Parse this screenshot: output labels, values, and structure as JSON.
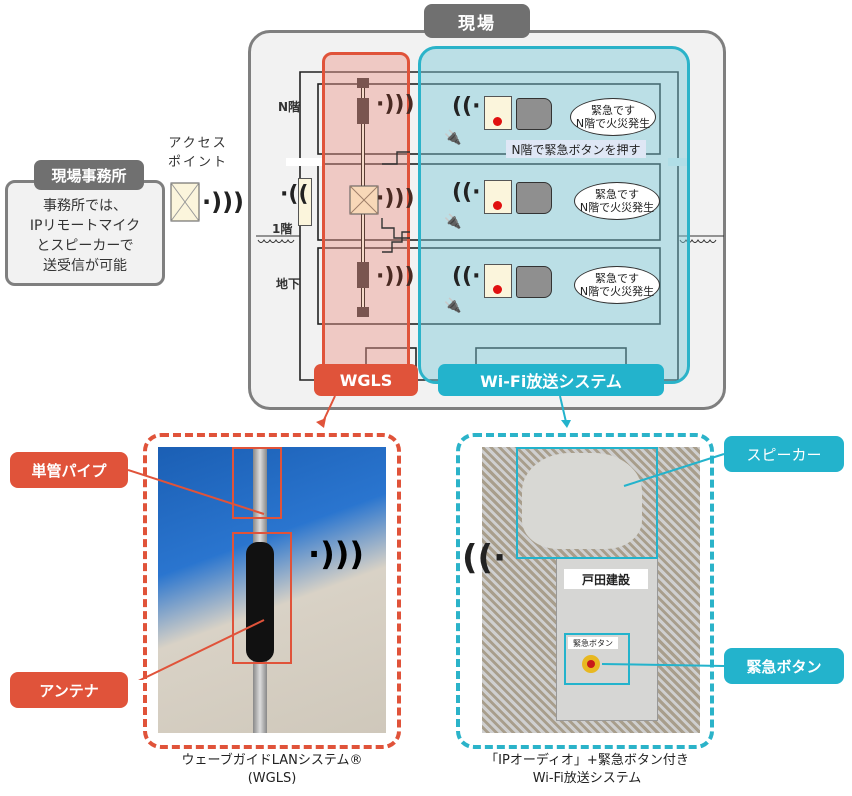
{
  "site": {
    "title": "現場",
    "floors": [
      "N階",
      "1階",
      "地下"
    ],
    "wgls_label": "WGLS",
    "wifi_label": "Wi-Fi放送システム",
    "push_button_text": "N階で緊急ボタンを押す",
    "speech_bubbles": [
      {
        "line1": "緊急です",
        "line2": "N階で火災発生"
      },
      {
        "line1": "緊急です",
        "line2": "N階で火災発生"
      },
      {
        "line1": "緊急です",
        "line2": "N階で火災発生"
      }
    ]
  },
  "office": {
    "title": "現場事務所",
    "lines": [
      "事務所では、",
      "IPリモートマイク",
      "とスピーカーで",
      "送受信が可能"
    ]
  },
  "access_point": {
    "label_line1": "アクセス",
    "label_line2": "ポイント"
  },
  "wgls_panel": {
    "callout_pipe": "単管パイプ",
    "callout_antenna": "アンテナ",
    "caption_line1": "ウェーブガイドLANシステム®",
    "caption_line2": "(WGLS)"
  },
  "wifi_panel": {
    "callout_speaker": "スピーカー",
    "callout_button": "緊急ボタン",
    "sign_company": "戸田建設",
    "button_plate": "緊急ボタン",
    "caption_line1": "「IPオーディオ」+緊急ボタン付き",
    "caption_line2": "Wi-Fi放送システム"
  },
  "colors": {
    "wgls": "#e0533a",
    "wifi": "#23b3cc",
    "frame_gray": "#7f7f7f",
    "emergency_red": "#e01010"
  }
}
